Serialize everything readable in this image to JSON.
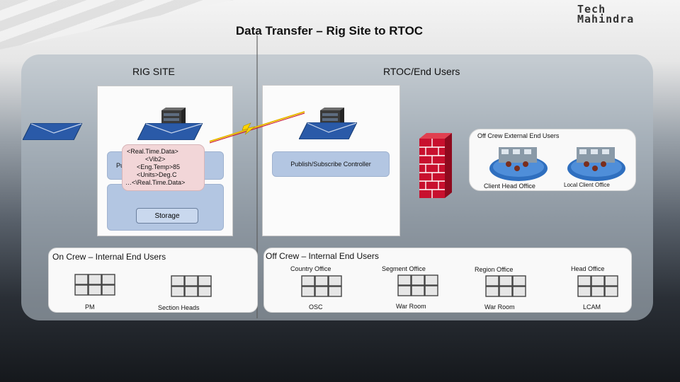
{
  "title": "Data Transfer – Rig Site to RTOC",
  "logo": {
    "line1": "Tech",
    "line2": "Mahindra"
  },
  "rig_site": {
    "header": "RIG SITE",
    "publish_label_fragment": "Pu",
    "storage_label": "Storage",
    "callout_lines": [
      "<Real.Time.Data>",
      "<Vib2>",
      "<Eng.Temp>85",
      "<Units>Deg.C",
      "…<\\Real.Time.Data>"
    ]
  },
  "rtoc": {
    "header": "RTOC/End Users",
    "controller_label": "Publish/Subscribe Controller",
    "external_users_label": "Off Crew External End Users",
    "client_head_office": "Client Head Office",
    "local_client_office": "Local Client Office"
  },
  "on_crew": {
    "header": "On Crew – Internal End Users",
    "items": [
      "PM",
      "Section Heads"
    ]
  },
  "off_crew": {
    "header": "Off Crew – Internal End Users",
    "top_labels": [
      "Country Office",
      "Segment Office",
      "Region Office",
      "Head Office"
    ],
    "bottom_labels": [
      "OSC",
      "War Room",
      "War Room",
      "LCAM"
    ]
  },
  "colors": {
    "panel_blue": "#b3c6e2",
    "callout_pink": "#f2d6d8",
    "firewall_red": "#c8102e",
    "envelope_blue": "#2a5aa8"
  }
}
